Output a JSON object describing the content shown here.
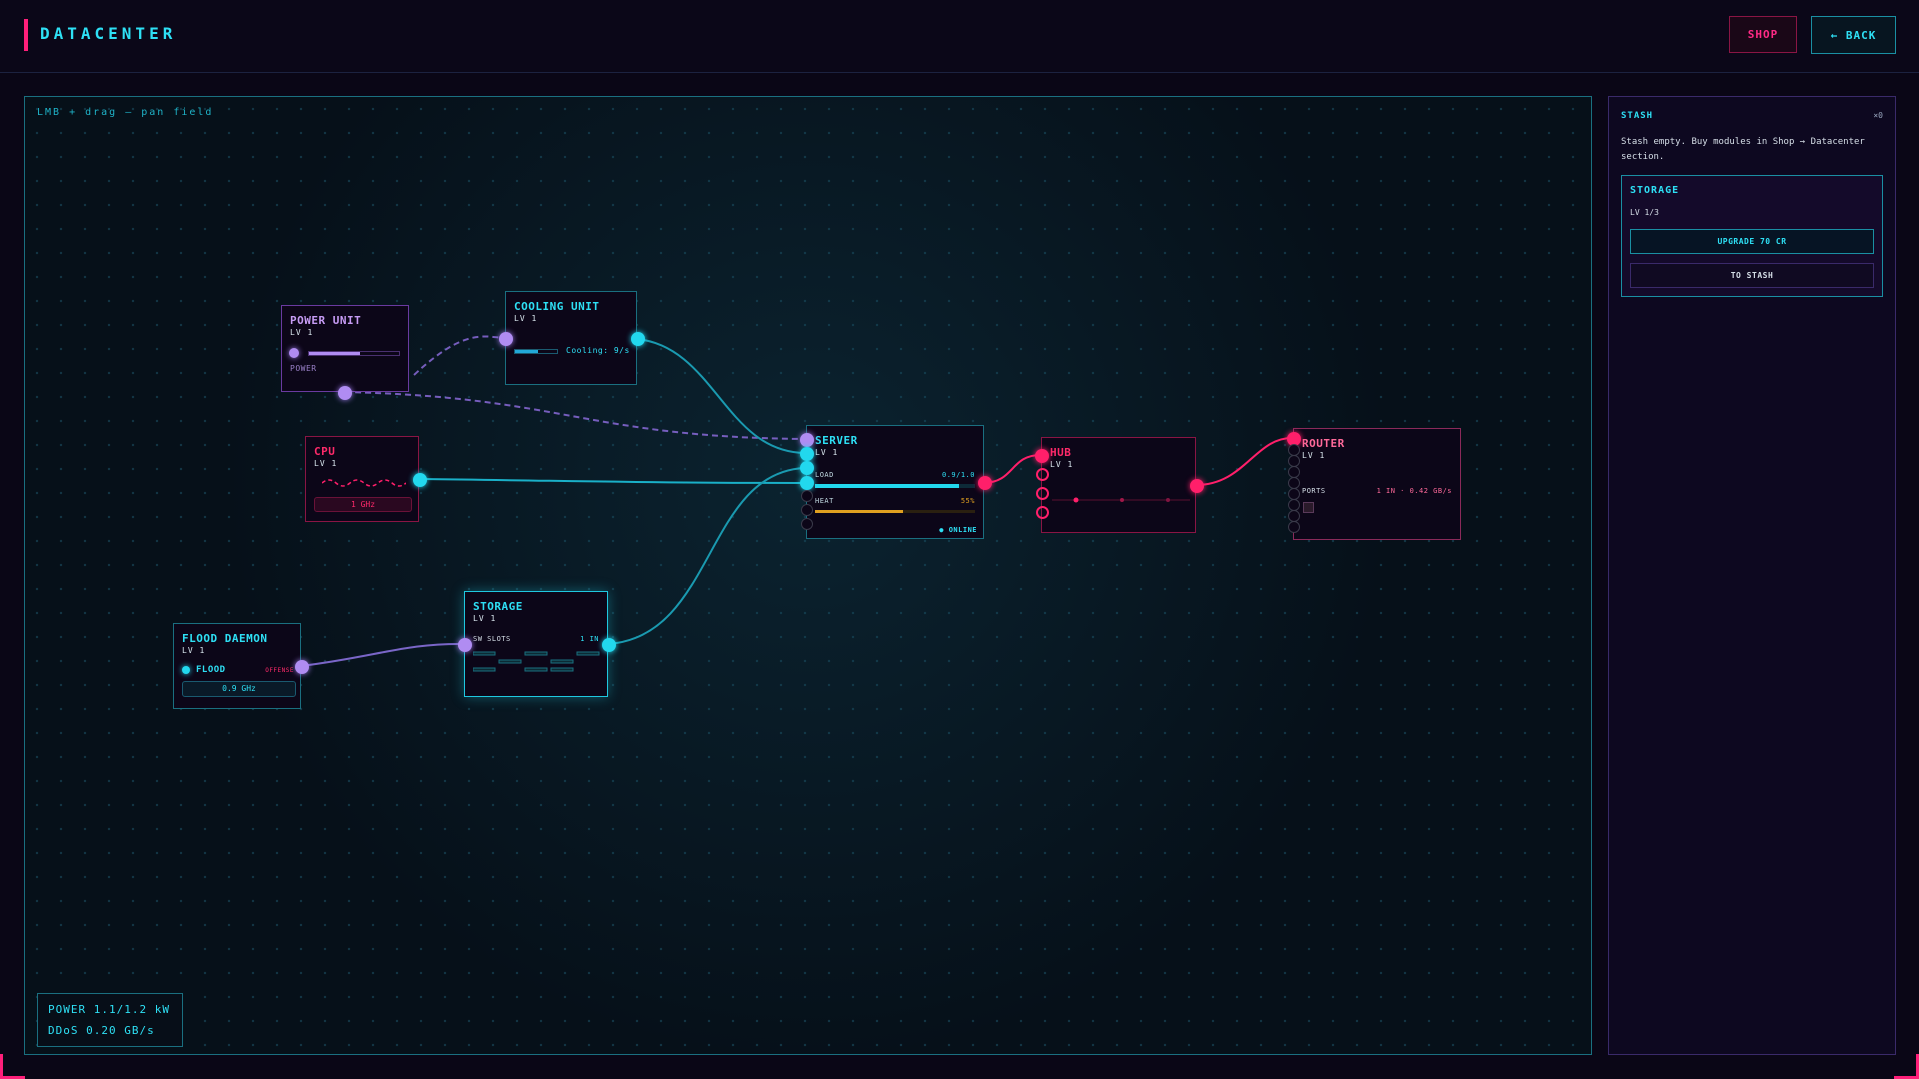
{
  "header": {
    "title": "DATACENTER",
    "shop_label": "SHOP",
    "back_label": "← BACK"
  },
  "field": {
    "hint": "LMB + drag — pan field"
  },
  "nodes": {
    "power_unit": {
      "title": "POWER UNIT",
      "level": "LV 1",
      "label": "POWER",
      "fill": 0.57
    },
    "cooling_unit": {
      "title": "COOLING UNIT",
      "level": "LV 1",
      "readout": "Cooling: 9/s",
      "fill": 0.55
    },
    "cpu": {
      "title": "CPU",
      "level": "LV 1",
      "freq": "1 GHz"
    },
    "server": {
      "title": "SERVER",
      "level": "LV 1",
      "load_label": "LOAD",
      "load_value": "0.9/1.0",
      "load_fill": 0.9,
      "heat_label": "HEAT",
      "heat_value": "55%",
      "heat_fill": 0.55,
      "status": "● ONLINE"
    },
    "hub": {
      "title": "HUB",
      "level": "LV 1"
    },
    "router": {
      "title": "ROUTER",
      "level": "LV 1",
      "ports_label": "PORTS",
      "ports_value": "1 IN · 0.42 GB/s"
    },
    "storage": {
      "title": "STORAGE",
      "level": "LV 1",
      "slots_label": "SW SLOTS",
      "slots_value": "1 IN"
    },
    "flood_daemon": {
      "title": "FLOOD DAEMON",
      "level": "LV 1",
      "program": "FLOOD",
      "tag": "OFFENSE",
      "freq": "0.9 GHz"
    }
  },
  "stats": {
    "power": "POWER 1.1/1.2 kW",
    "ddos": "DDoS 0.20 GB/s"
  },
  "stash": {
    "title": "STASH",
    "count": "×0",
    "message": "Stash empty. Buy modules in Shop → Datacenter section.",
    "card": {
      "title": "STORAGE",
      "level": "LV 1/3",
      "upgrade_label": "UPGRADE 70 CR",
      "to_stash_label": "TO STASH"
    }
  },
  "colors": {
    "cyan": "#22d8ee",
    "pink": "#ff1f6a",
    "purple": "#b08cf2",
    "amber": "#e0a020"
  }
}
